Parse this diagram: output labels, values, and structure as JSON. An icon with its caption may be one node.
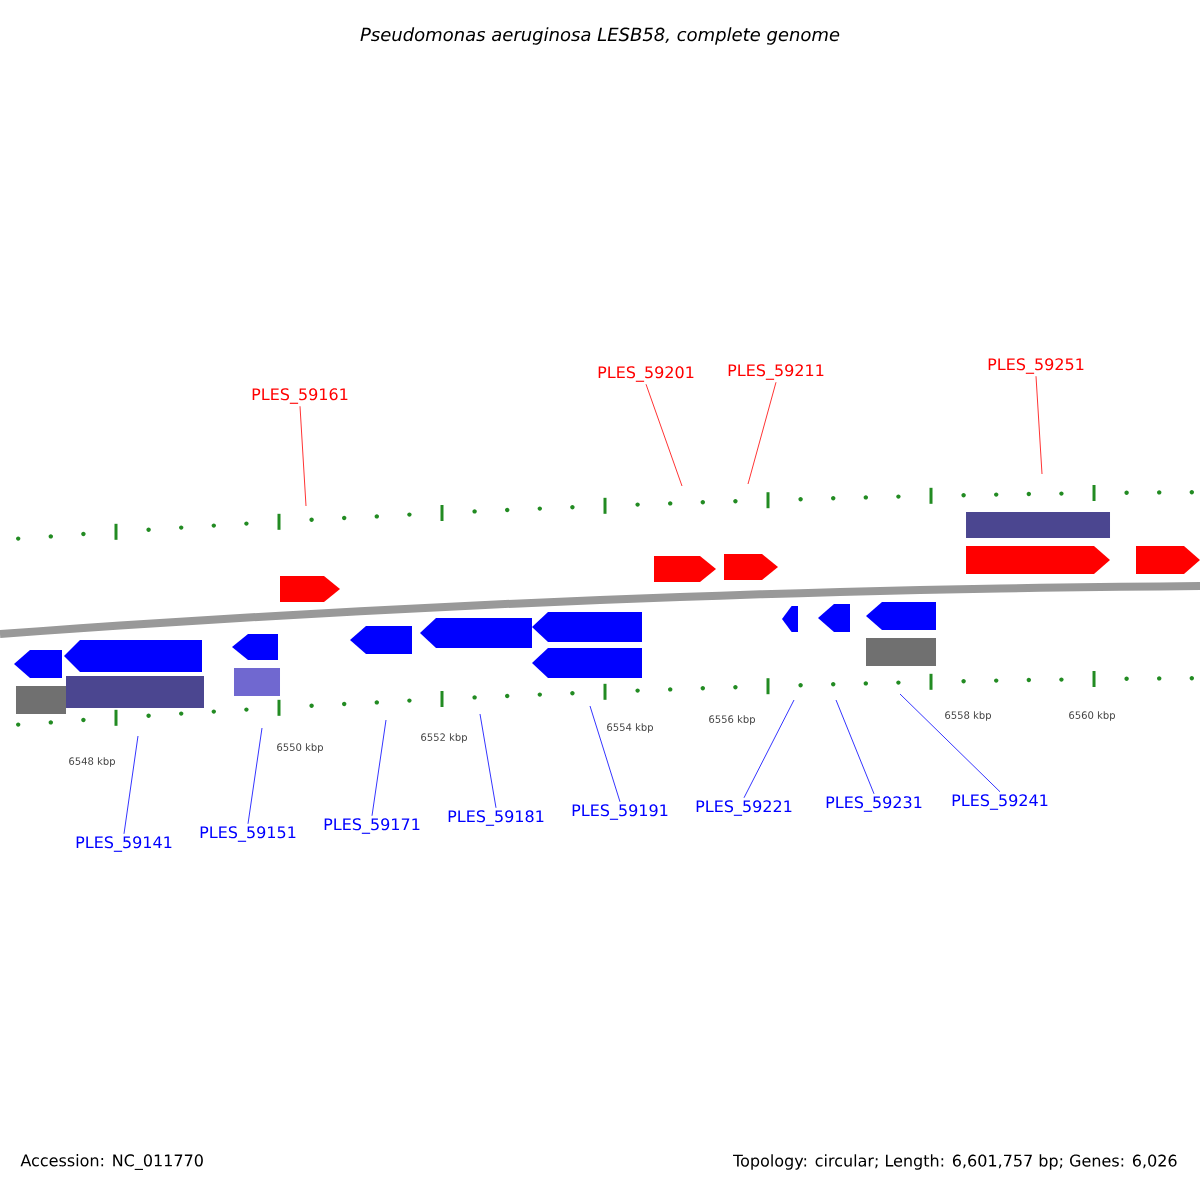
{
  "diagram": {
    "title": "Pseudomonas aeruginosa LESB58, complete genome",
    "nodes": [
      {
        "text": [
          "PLES_59161"
        ]
      },
      {
        "text": [
          "PLES_59201"
        ]
      },
      {
        "text": [
          "PLES_59211"
        ]
      },
      {
        "text": [
          "PLES_59251"
        ]
      },
      {
        "text": [
          "PLES_59141"
        ]
      },
      {
        "text": [
          "PLES_59151"
        ]
      },
      {
        "text": [
          "PLES_59171"
        ]
      },
      {
        "text": [
          "PLES_59181"
        ]
      },
      {
        "text": [
          "PLES_59191"
        ]
      },
      {
        "text": [
          "PLES_59221"
        ]
      },
      {
        "text": [
          "PLES_59231"
        ]
      },
      {
        "text": [
          "PLES_59241"
        ]
      }
    ],
    "edges": [
      {
        "from": 0,
        "to": null,
        "arrow": "none",
        "color": "#ff0000"
      },
      {
        "from": 1,
        "to": null,
        "arrow": "none",
        "color": "#ff0000"
      },
      {
        "from": 2,
        "to": null,
        "arrow": "none",
        "color": "#ff0000"
      },
      {
        "from": 3,
        "to": null,
        "arrow": "none",
        "color": "#ff0000"
      },
      {
        "from": 4,
        "to": null,
        "arrow": "none",
        "color": "#0000ff"
      },
      {
        "from": 5,
        "to": null,
        "arrow": "none",
        "color": "#0000ff"
      },
      {
        "from": 6,
        "to": null,
        "arrow": "none",
        "color": "#0000ff"
      },
      {
        "from": 7,
        "to": null,
        "arrow": "none",
        "color": "#0000ff"
      },
      {
        "from": 8,
        "to": null,
        "arrow": "none",
        "color": "#0000ff"
      },
      {
        "from": 9,
        "to": null,
        "arrow": "none",
        "color": "#0000ff"
      },
      {
        "from": 10,
        "to": null,
        "arrow": "none",
        "color": "#0000ff"
      },
      {
        "from": 11,
        "to": null,
        "arrow": "none",
        "color": "#0000ff"
      }
    ],
    "labels": [
      "6548 kbp",
      "6550 kbp",
      "6552 kbp",
      "6554 kbp",
      "6556 kbp",
      "6558 kbp",
      "6560 kbp",
      "Accession: NC_011770",
      "Topology: circular; Length: 6,601,757 bp; Genes: 6,026"
    ]
  }
}
